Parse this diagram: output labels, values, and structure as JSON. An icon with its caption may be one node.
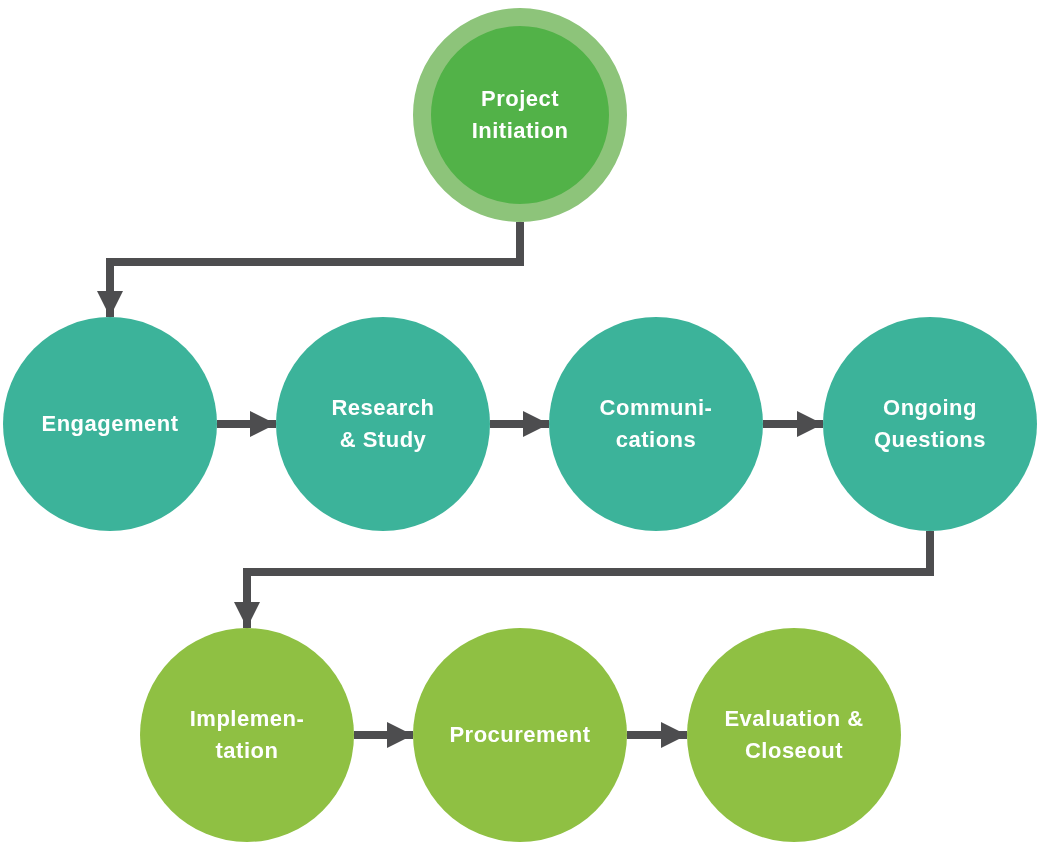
{
  "diagram": {
    "nodes": [
      {
        "text": [
          "Project Initiation"
        ]
      },
      {
        "text": [
          "Engagement"
        ]
      },
      {
        "text": [
          "Research & Study"
        ]
      },
      {
        "text": [
          "Communi- cations"
        ]
      },
      {
        "text": [
          "Ongoing Questions"
        ]
      },
      {
        "text": [
          "Implemen- tation"
        ]
      },
      {
        "text": [
          "Procurement"
        ]
      },
      {
        "text": [
          "Evaluation & Closeout"
        ]
      }
    ],
    "edges": [
      {
        "from": 0,
        "to": 1,
        "arrow": "to"
      },
      {
        "from": 1,
        "to": 2,
        "arrow": "to"
      },
      {
        "from": 2,
        "to": 3,
        "arrow": "to"
      },
      {
        "from": 3,
        "to": 4,
        "arrow": "to"
      },
      {
        "from": 4,
        "to": 5,
        "arrow": "to"
      },
      {
        "from": 5,
        "to": 6,
        "arrow": "to"
      },
      {
        "from": 6,
        "to": 7,
        "arrow": "to"
      }
    ]
  }
}
